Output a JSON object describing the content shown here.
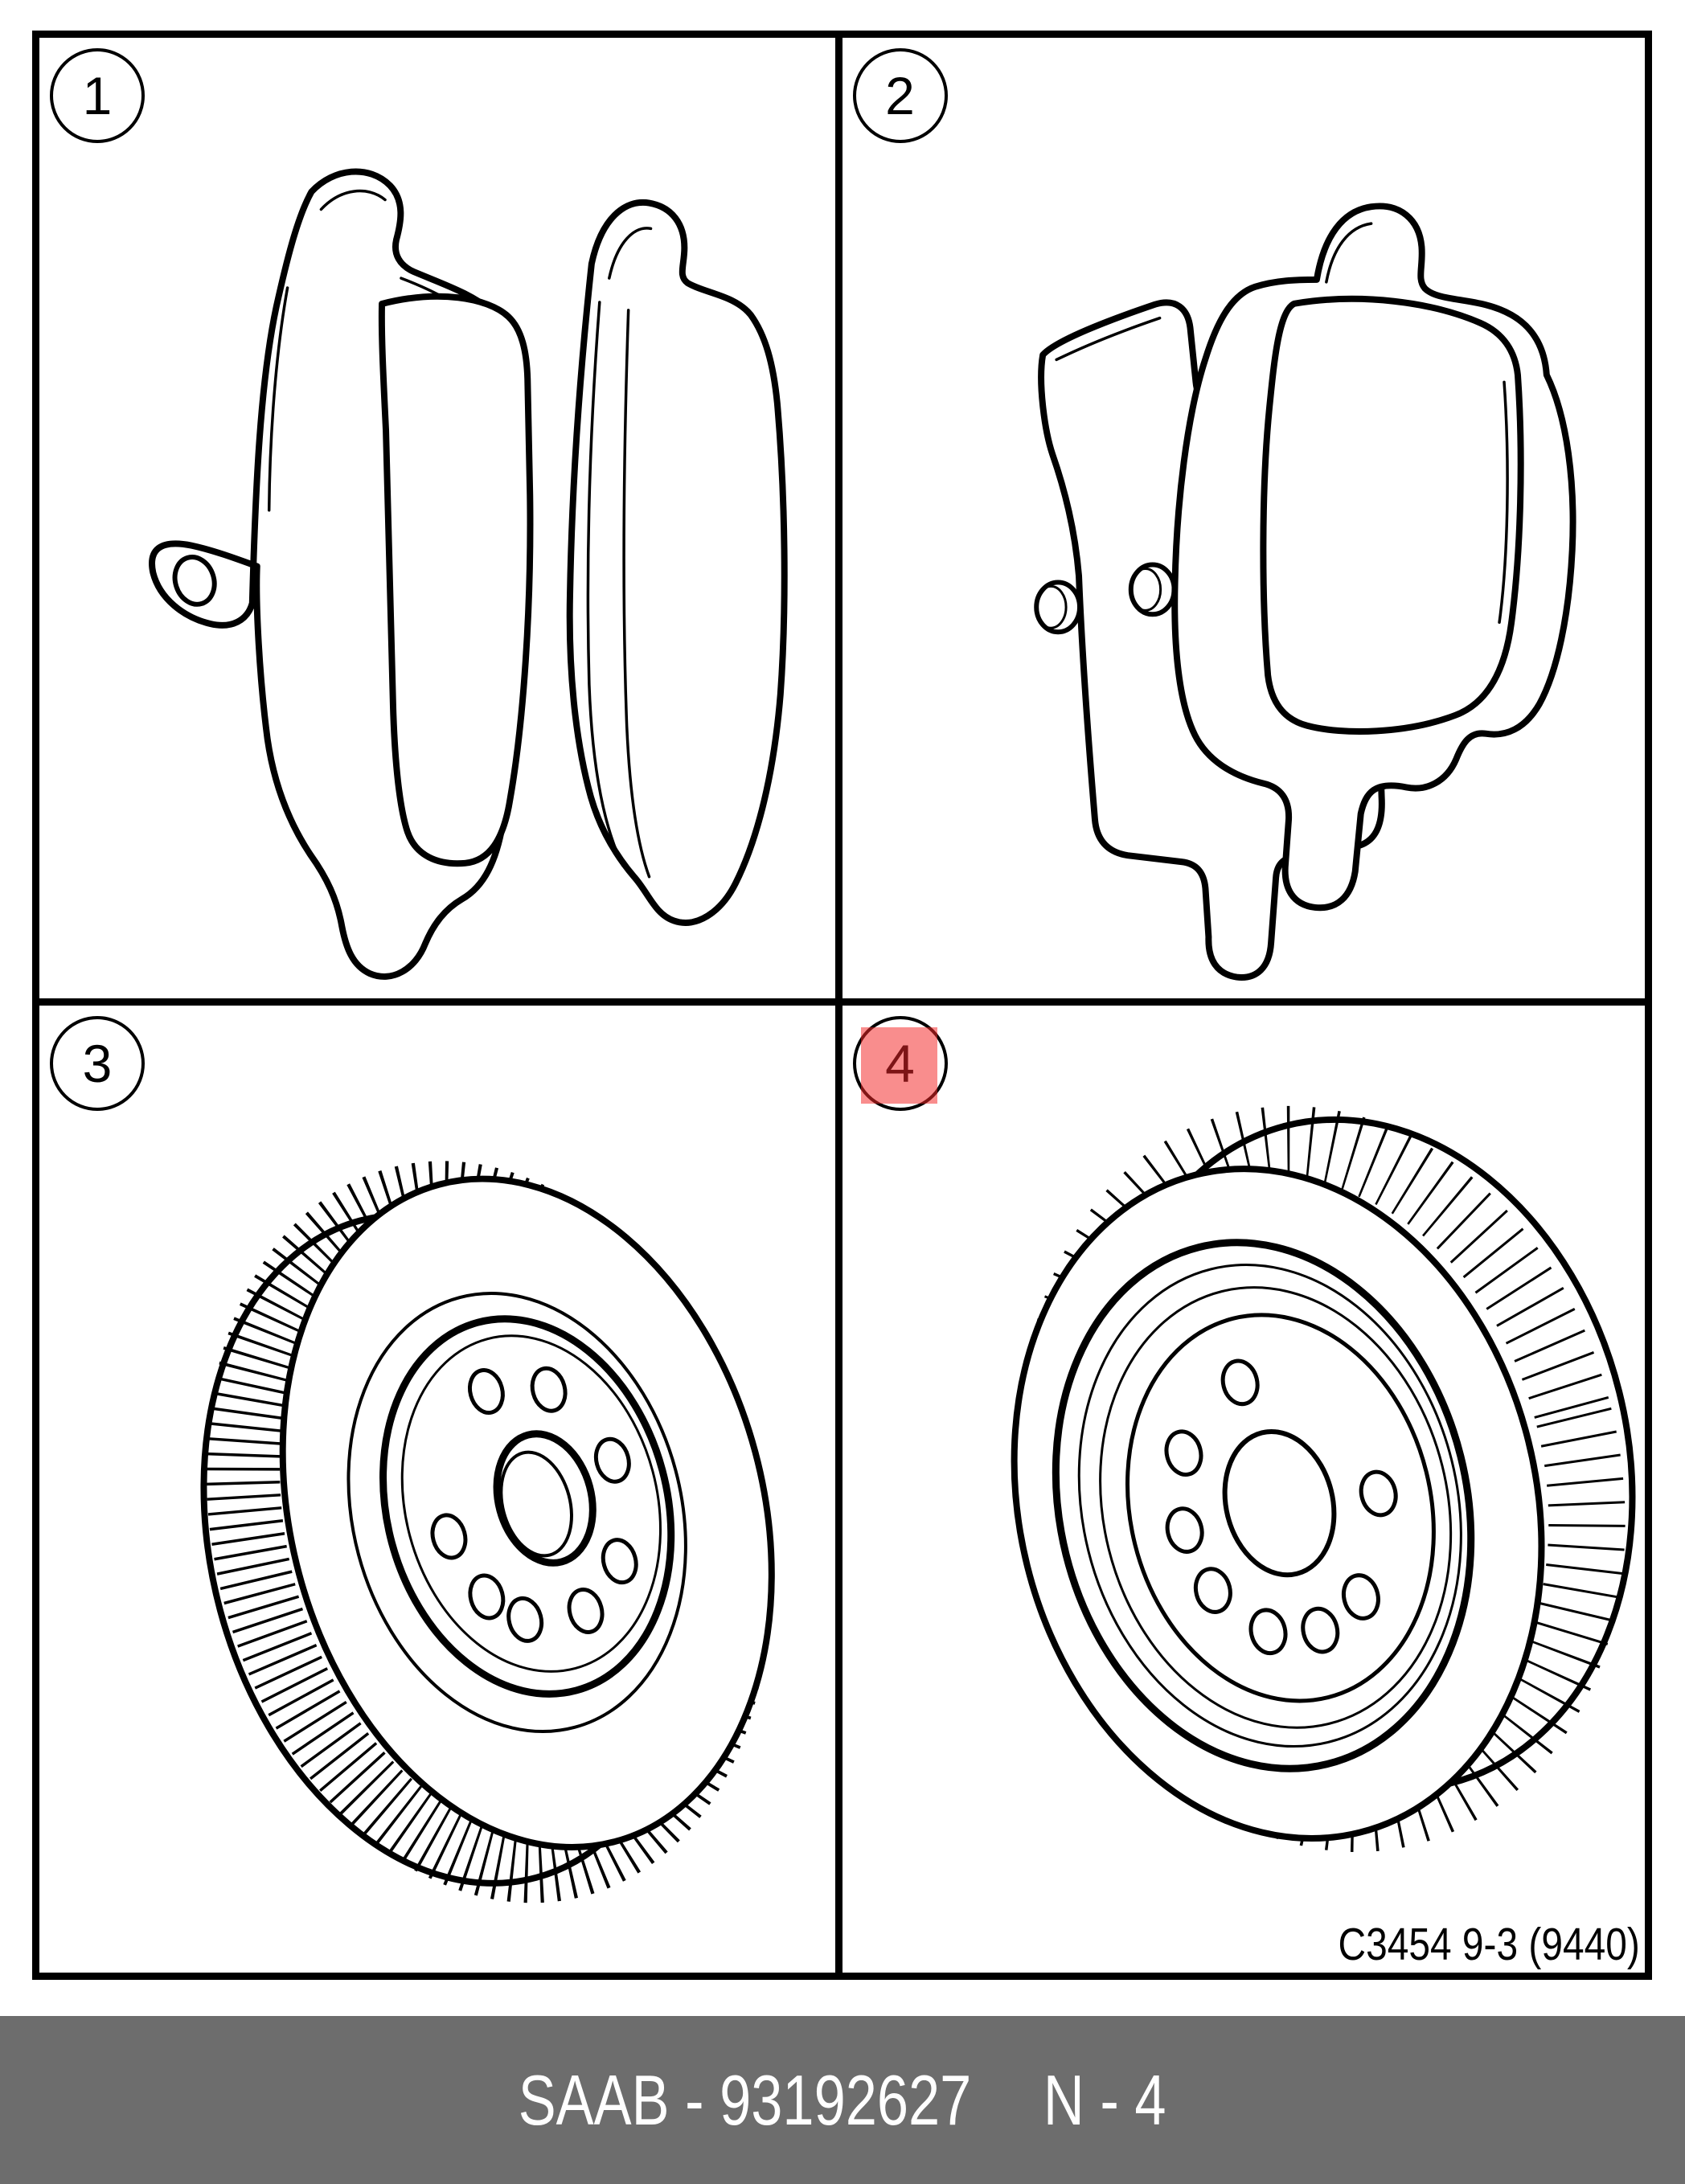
{
  "panels": [
    {
      "number": "1",
      "part": "front-brake-pads",
      "highlighted": false
    },
    {
      "number": "2",
      "part": "rear-brake-pads",
      "highlighted": false
    },
    {
      "number": "3",
      "part": "front-brake-disc",
      "highlighted": false
    },
    {
      "number": "4",
      "part": "rear-brake-disc",
      "highlighted": true
    }
  ],
  "diagram_code": "C3454 9-3 (9440)",
  "footer": {
    "brand_part": "SAAB - 93192627",
    "page_ref": "N - 4"
  },
  "colors": {
    "line": "#000000",
    "highlight_fill": "#f98b8b",
    "highlight_number": "#7d1416",
    "footer_bg": "#6d6d6d",
    "footer_text": "#ffffff"
  }
}
